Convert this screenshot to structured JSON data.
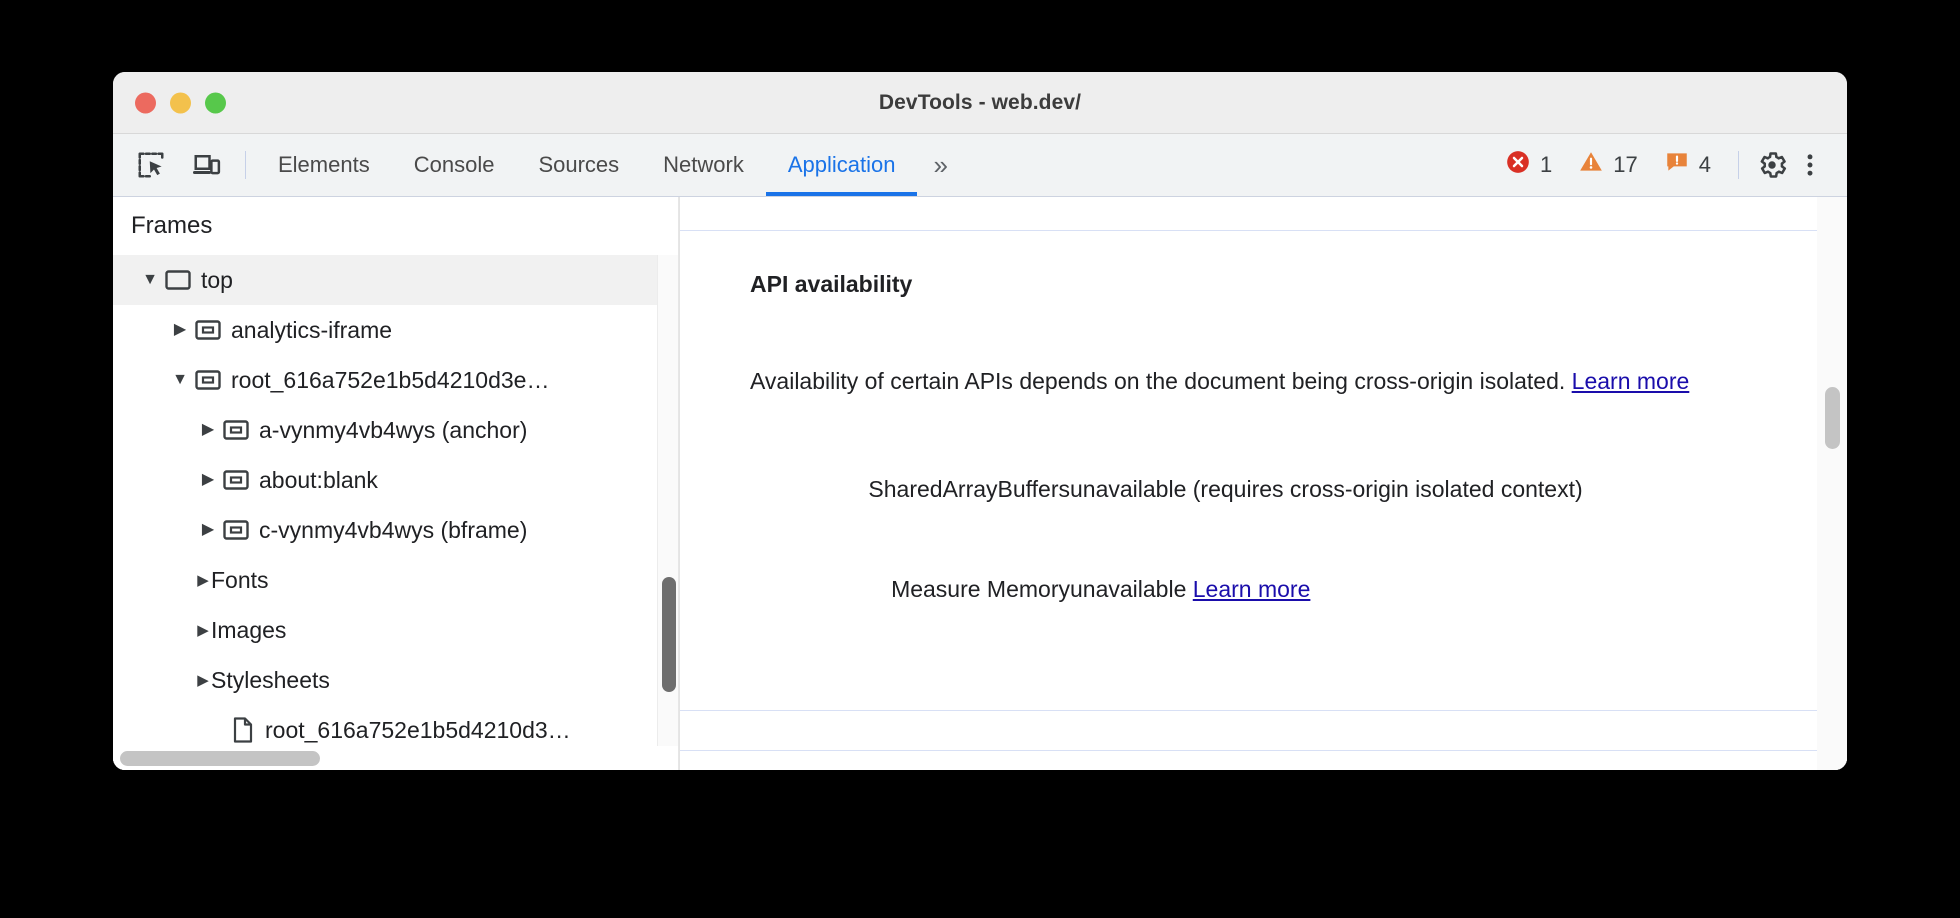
{
  "window": {
    "title": "DevTools - web.dev/",
    "traffic_lights": [
      {
        "name": "close",
        "color": "#ec6a5f"
      },
      {
        "name": "minimize",
        "color": "#f3c14c"
      },
      {
        "name": "maximize",
        "color": "#57c84b"
      }
    ]
  },
  "toolbar": {
    "inspect_icon": "inspect-element-icon",
    "device_icon": "device-toolbar-icon",
    "tabs": [
      {
        "label": "Elements",
        "active": false
      },
      {
        "label": "Console",
        "active": false
      },
      {
        "label": "Sources",
        "active": false
      },
      {
        "label": "Network",
        "active": false
      },
      {
        "label": "Application",
        "active": true
      }
    ],
    "more_tabs_label": "»",
    "counters": [
      {
        "icon": "error-icon",
        "label": "1",
        "color": "#d93025"
      },
      {
        "icon": "warning-icon",
        "label": "17",
        "color": "#e37400"
      },
      {
        "icon": "issue-icon",
        "label": "4",
        "color": "#e37400"
      }
    ],
    "settings_icon": "gear-icon",
    "menu_icon": "kebab-menu-icon"
  },
  "sidebar": {
    "header": "Frames",
    "tree": [
      {
        "label": "top",
        "icon": "frame-icon",
        "twisty": "▼",
        "indent": 1,
        "selected": true
      },
      {
        "label": "analytics-iframe",
        "icon": "iframe-icon",
        "twisty": "▶",
        "indent": 2,
        "selected": false
      },
      {
        "label": "root_616a752e1b5d4210d3e…",
        "icon": "iframe-icon",
        "twisty": "▼",
        "indent": 2,
        "selected": false
      },
      {
        "label": "a-vynmy4vb4wys (anchor)",
        "icon": "iframe-icon",
        "twisty": "▶",
        "indent": 3,
        "selected": false
      },
      {
        "label": "about:blank",
        "icon": "iframe-icon",
        "twisty": "▶",
        "indent": 3,
        "selected": false
      },
      {
        "label": "c-vynmy4vb4wys (bframe)",
        "icon": "iframe-icon",
        "twisty": "▶",
        "indent": 3,
        "selected": false
      },
      {
        "label": "Fonts",
        "icon": "none",
        "twisty": "▶",
        "indent": "2b",
        "selected": false
      },
      {
        "label": "Images",
        "icon": "none",
        "twisty": "▶",
        "indent": "2b",
        "selected": false
      },
      {
        "label": "Stylesheets",
        "icon": "none",
        "twisty": "▶",
        "indent": "2b",
        "selected": false
      },
      {
        "label": "root_616a752e1b5d4210d3…",
        "icon": "document-icon",
        "twisty": "",
        "indent": "3b",
        "selected": false
      }
    ]
  },
  "main": {
    "heading": "API availability",
    "description_before": "Availability of certain APIs depends on the document being cross-origin isolated. ",
    "description_link": "Learn more",
    "table": [
      {
        "name": "SharedArrayBuffers",
        "value": "unavailable   (requires cross-origin isolated context)",
        "link": ""
      },
      {
        "name": "Measure Memory",
        "value": "unavailable ",
        "link": "Learn more"
      }
    ]
  },
  "colors": {
    "accent": "#1a73e8",
    "link": "#1a0dab",
    "error": "#d93025",
    "warning": "#e37400",
    "toolbar_bg": "#f1f3f4",
    "titlebar_bg": "#eeeeee",
    "selected_row": "#f1f1f1"
  }
}
